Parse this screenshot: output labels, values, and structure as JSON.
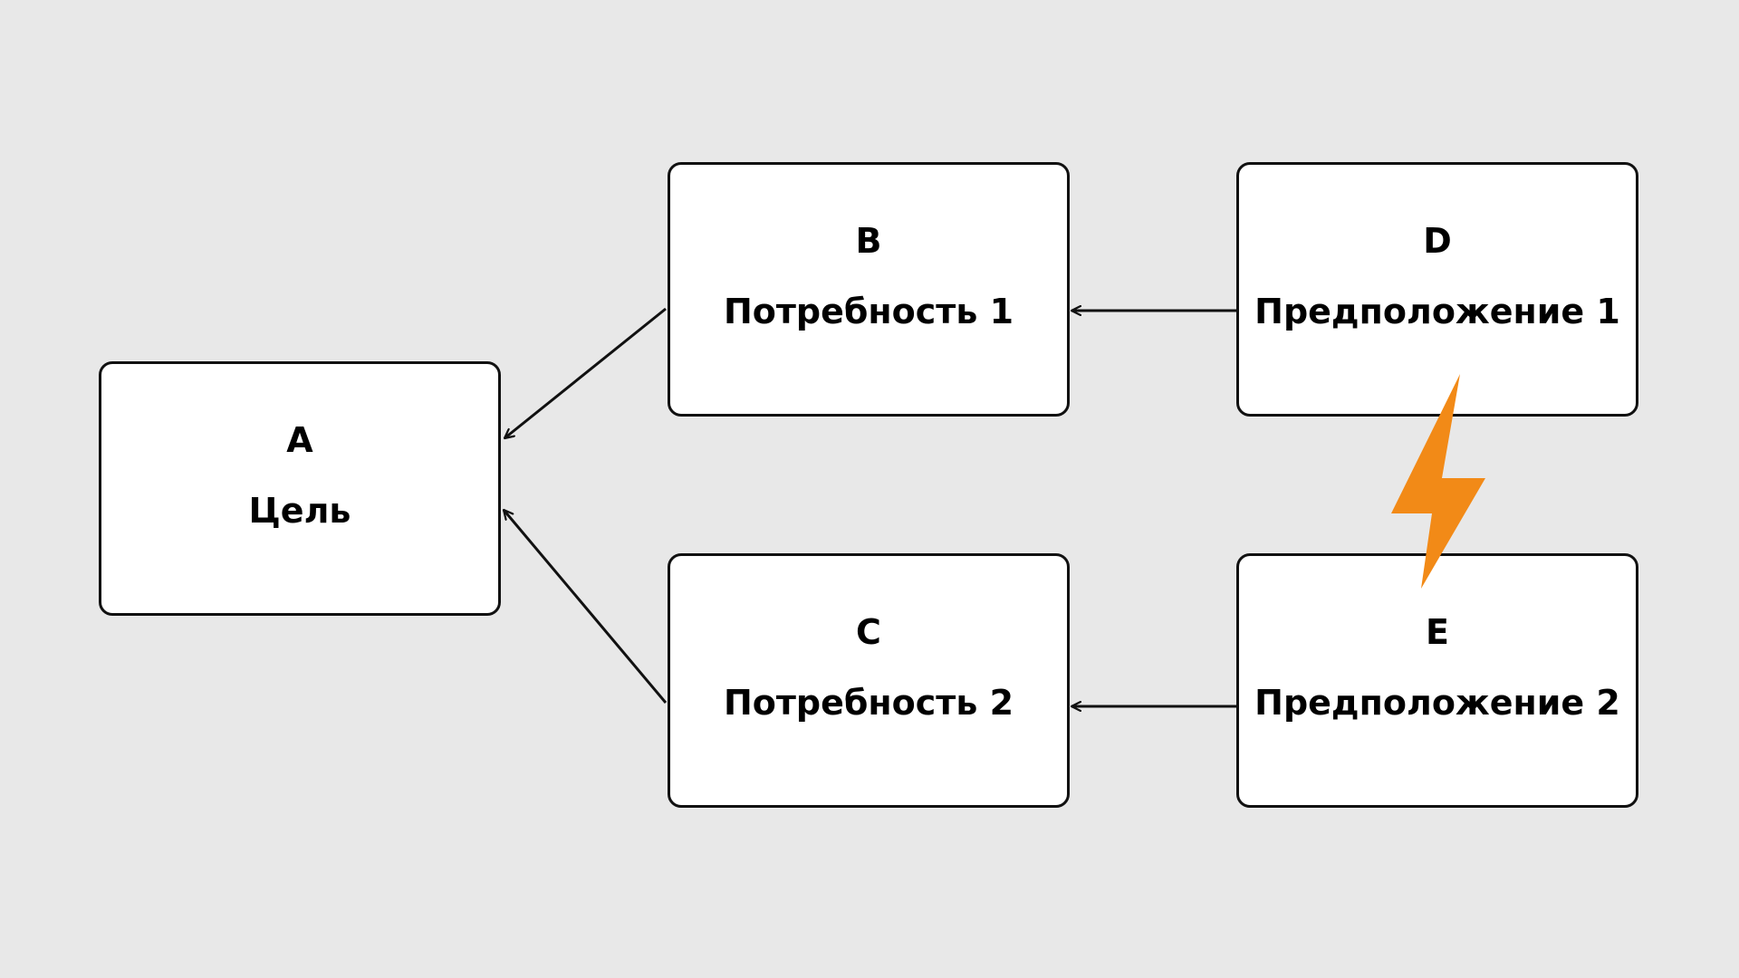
{
  "colors": {
    "background": "#e8e8e8",
    "node_fill": "#ffffff",
    "stroke": "#111111",
    "conflict": "#f28a17"
  },
  "nodes": {
    "a": {
      "letter": "A",
      "label": "Цель"
    },
    "b": {
      "letter": "B",
      "label": "Потребность 1"
    },
    "c": {
      "letter": "C",
      "label": "Потребность 2"
    },
    "d": {
      "letter": "D",
      "label": "Предположение 1"
    },
    "e": {
      "letter": "E",
      "label": "Предположение 2"
    }
  },
  "edges": [
    {
      "from": "b",
      "to": "a"
    },
    {
      "from": "c",
      "to": "a"
    },
    {
      "from": "d",
      "to": "b"
    },
    {
      "from": "e",
      "to": "c"
    }
  ],
  "conflict": {
    "between": [
      "d",
      "e"
    ],
    "icon": "lightning-bolt-icon"
  }
}
